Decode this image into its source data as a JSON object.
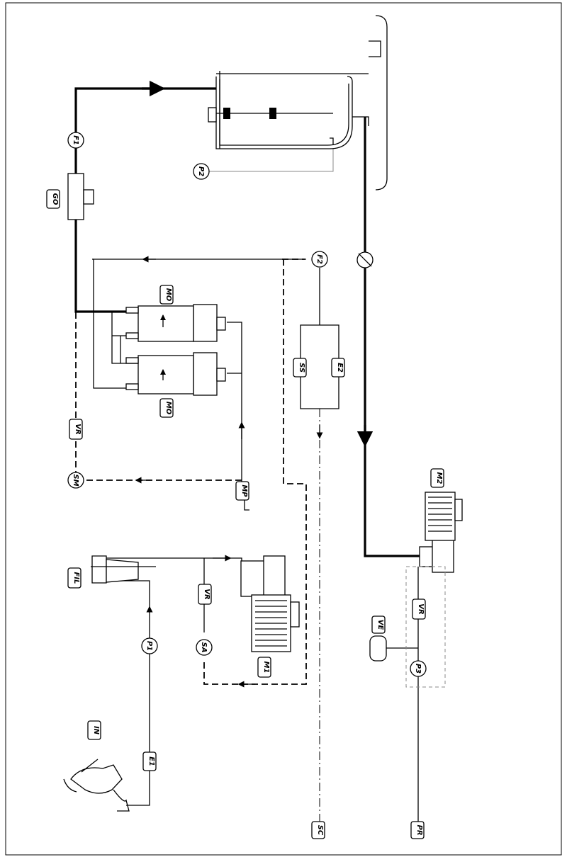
{
  "labels": {
    "IN": "IN",
    "E1": "E1",
    "P1": "P1",
    "FIL": "FIL",
    "VR_a": "VR",
    "SA": "SA",
    "M1": "M1",
    "MP": "MP",
    "SM": "SM",
    "VR_b": "VR",
    "MO_1": "MO",
    "MO_2": "MO",
    "GO": "GO",
    "F1": "F1",
    "P2": "P2",
    "F2": "F2",
    "SS": "SS",
    "E2": "E2",
    "SC": "SC",
    "M2": "M2",
    "VR_c": "VR",
    "VE": "VE",
    "P3": "P3",
    "PR": "PR"
  }
}
